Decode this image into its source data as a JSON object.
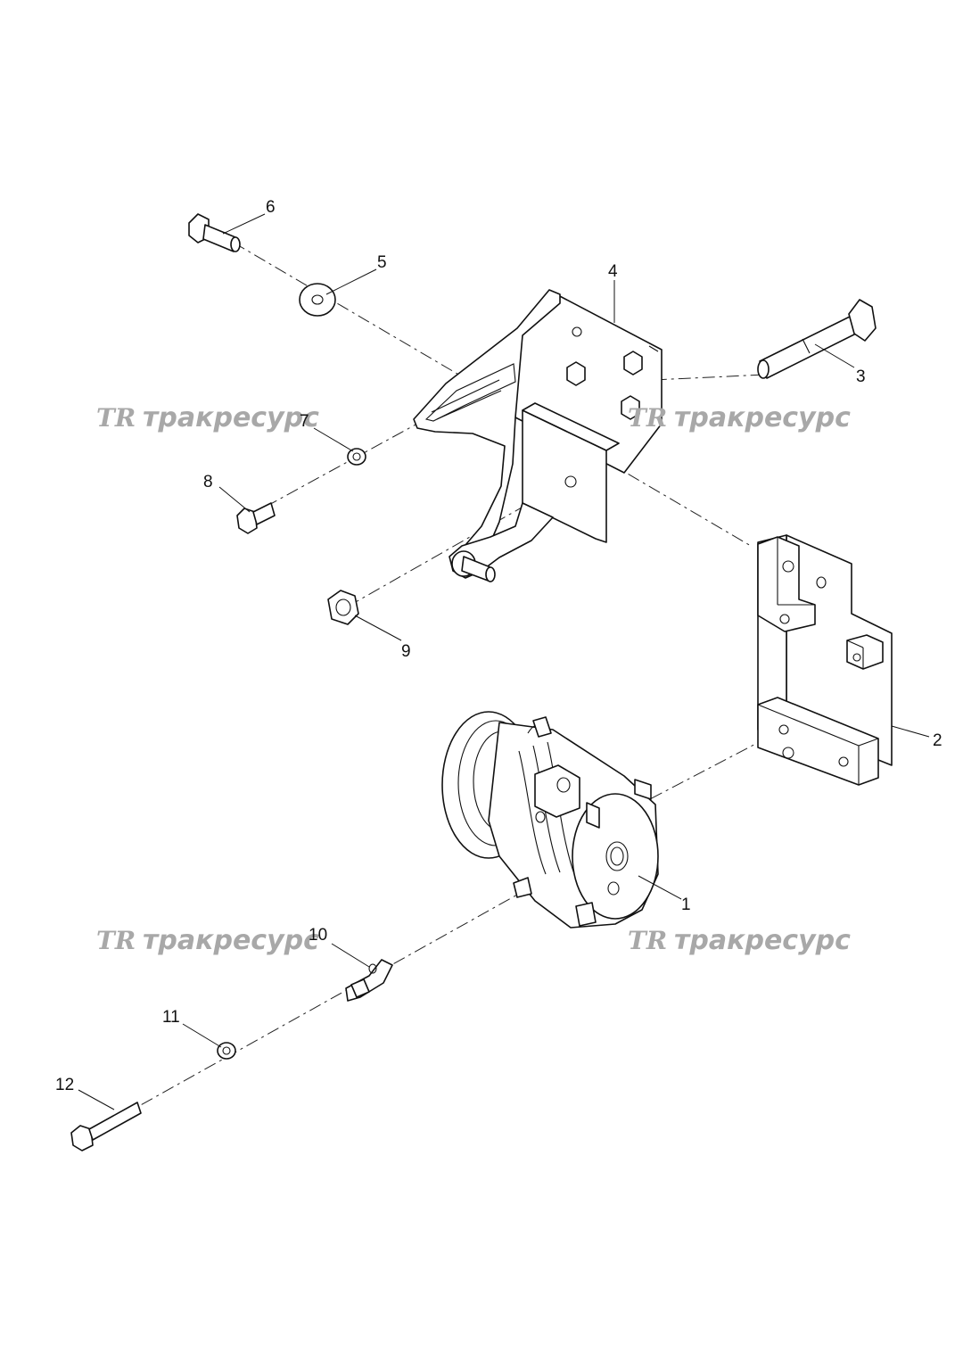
{
  "callouts": [
    {
      "id": "1",
      "text": "1"
    },
    {
      "id": "2",
      "text": "2"
    },
    {
      "id": "3",
      "text": "3"
    },
    {
      "id": "4",
      "text": "4"
    },
    {
      "id": "5",
      "text": "5"
    },
    {
      "id": "6",
      "text": "6"
    },
    {
      "id": "7",
      "text": "7"
    },
    {
      "id": "8",
      "text": "8"
    },
    {
      "id": "9",
      "text": "9"
    },
    {
      "id": "10",
      "text": "10"
    },
    {
      "id": "11",
      "text": "11"
    },
    {
      "id": "12",
      "text": "12"
    }
  ],
  "watermark": {
    "logo": "TR",
    "text": "тракресурс",
    "color": "#a8a8a8"
  }
}
